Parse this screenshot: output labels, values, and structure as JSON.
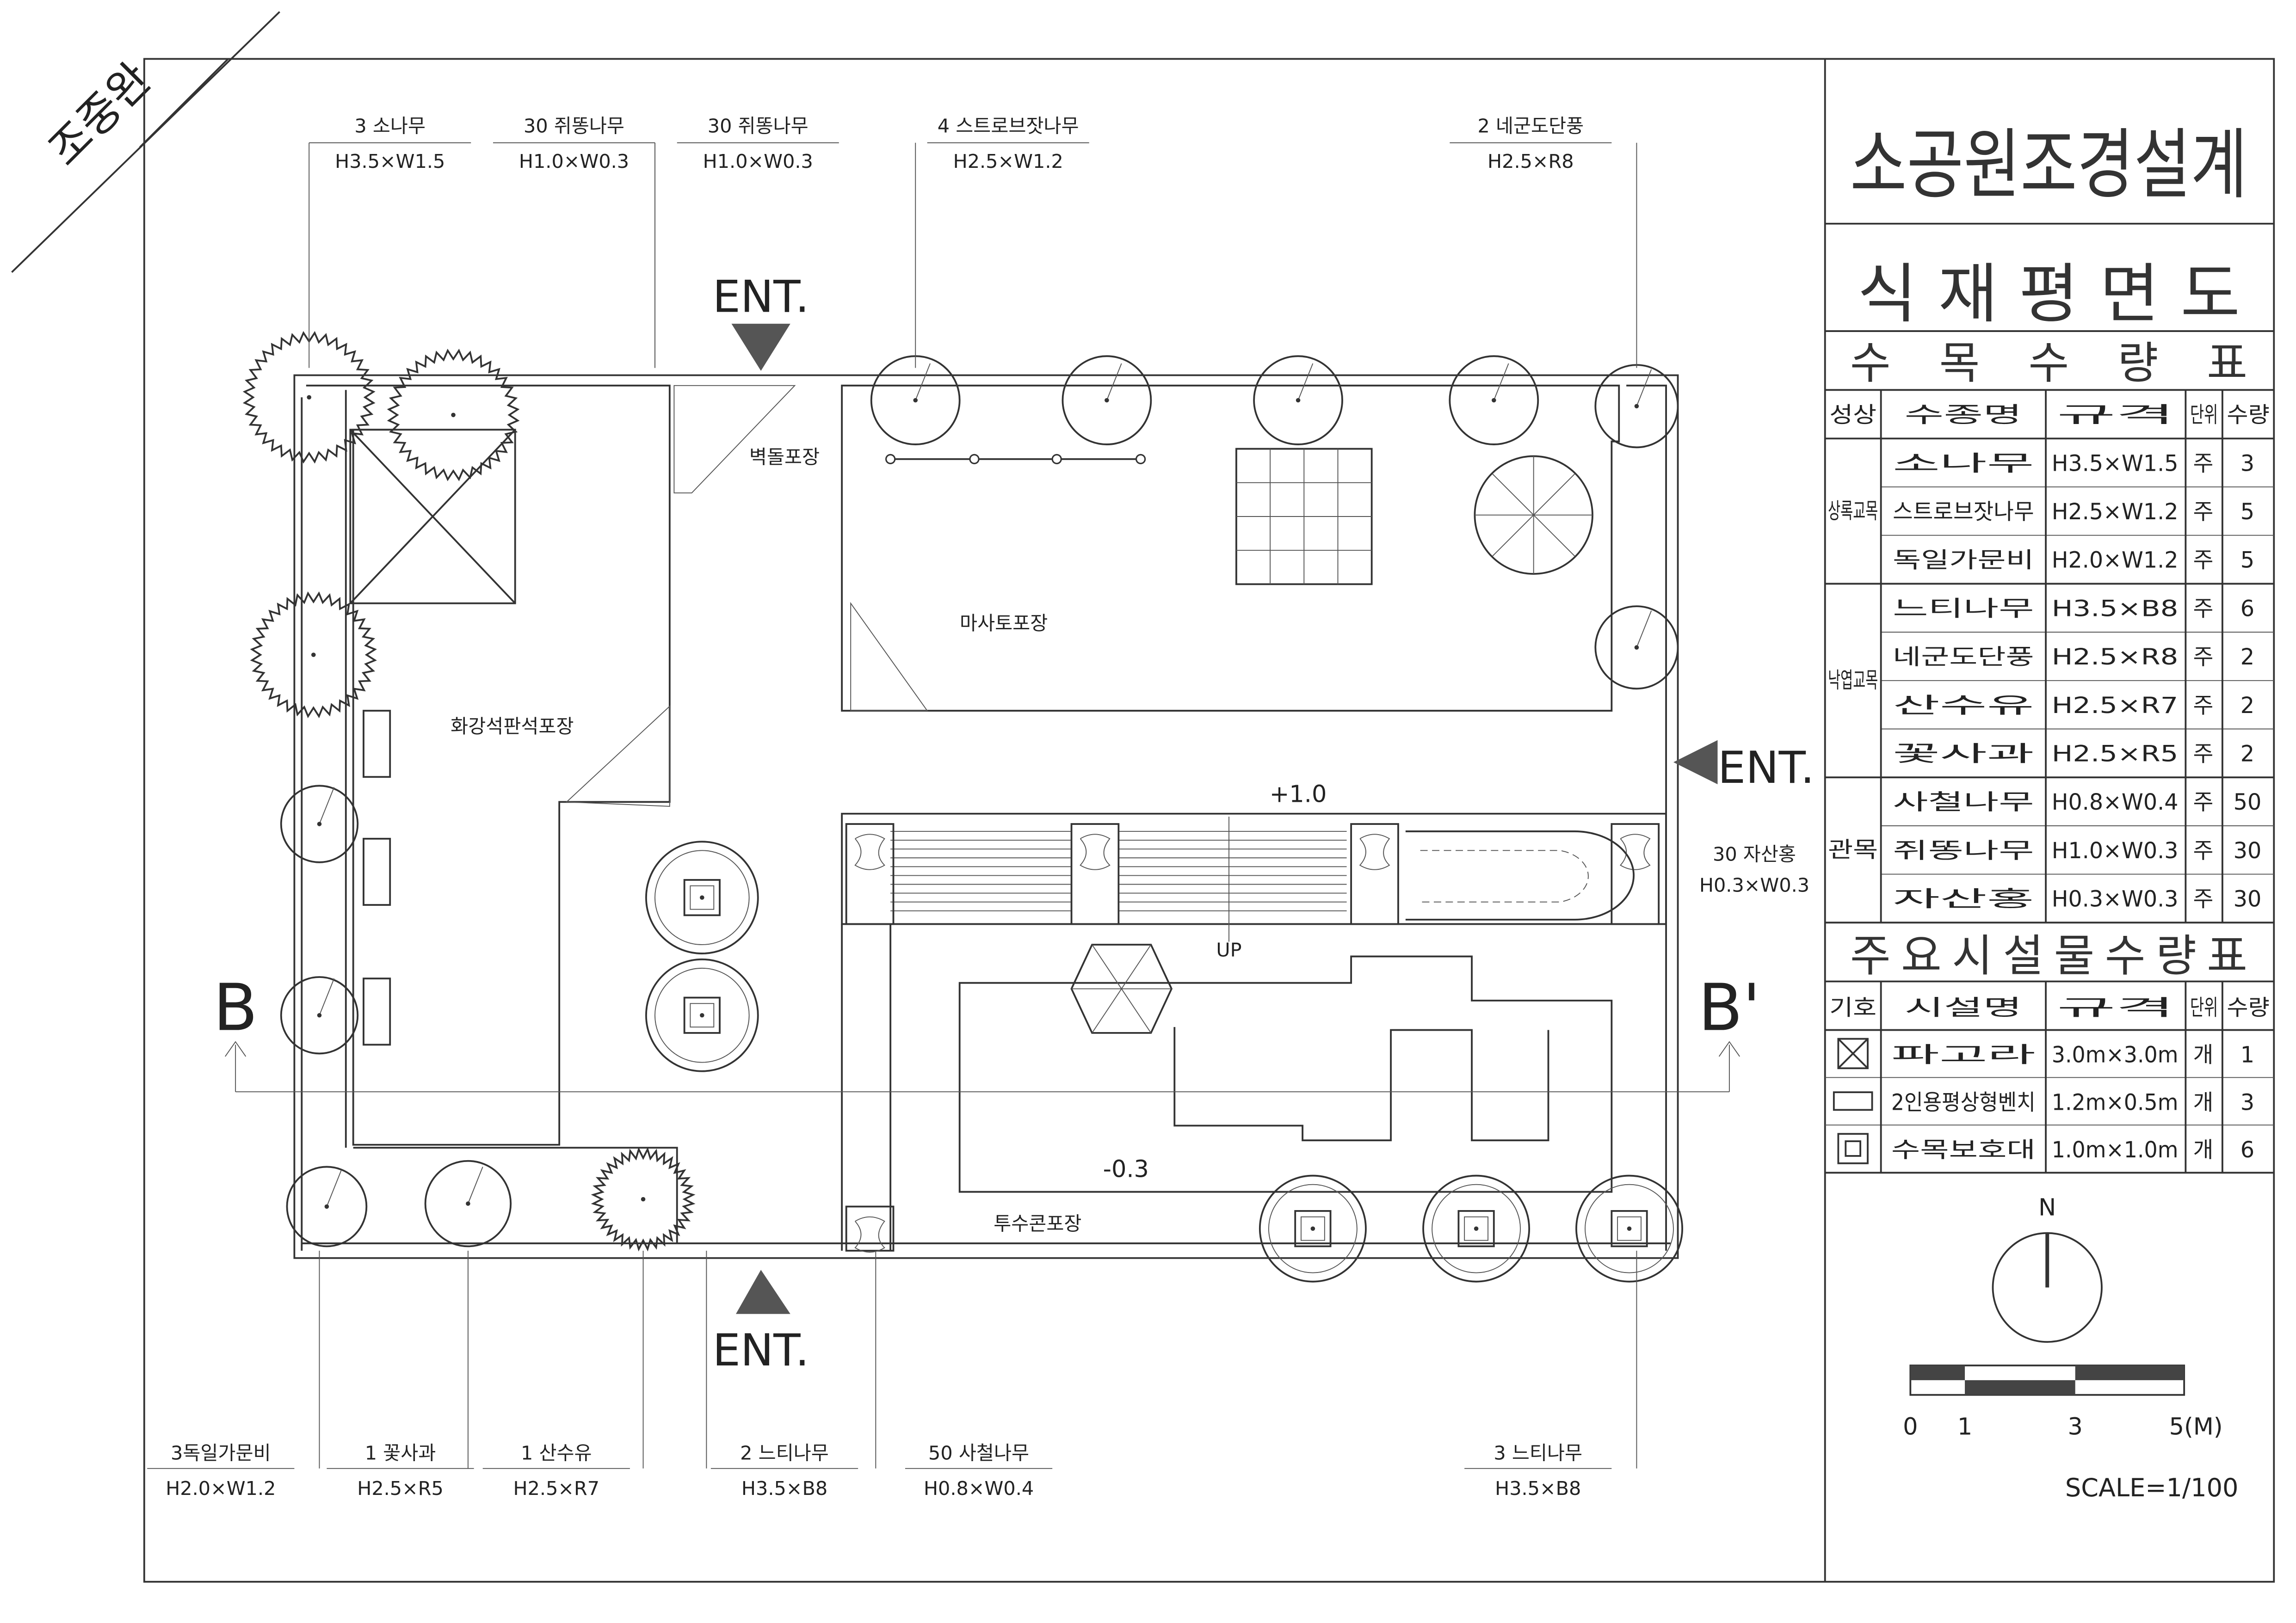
{
  "author_name": "조중완",
  "title_block": {
    "project_title": "소공원조경설계",
    "drawing_title": "식재평면도",
    "tree_table_title": "수목수량표",
    "tree_table": {
      "headers": [
        "성상",
        "수종명",
        "규격",
        "단위",
        "수량"
      ],
      "groups": [
        {
          "type": "상록교목",
          "rows": [
            {
              "name": "소나무",
              "spec": "H3.5×W1.5",
              "unit": "주",
              "qty": "3"
            },
            {
              "name": "스트로브잣나무",
              "spec": "H2.5×W1.2",
              "unit": "주",
              "qty": "5"
            },
            {
              "name": "독일가문비",
              "spec": "H2.0×W1.2",
              "unit": "주",
              "qty": "5"
            }
          ]
        },
        {
          "type": "낙엽교목",
          "rows": [
            {
              "name": "느티나무",
              "spec": "H3.5×B8",
              "unit": "주",
              "qty": "6"
            },
            {
              "name": "네군도단풍",
              "spec": "H2.5×R8",
              "unit": "주",
              "qty": "2"
            },
            {
              "name": "산수유",
              "spec": "H2.5×R7",
              "unit": "주",
              "qty": "2"
            },
            {
              "name": "꽃사과",
              "spec": "H2.5×R5",
              "unit": "주",
              "qty": "2"
            }
          ]
        },
        {
          "type": "관목",
          "rows": [
            {
              "name": "사철나무",
              "spec": "H0.8×W0.4",
              "unit": "주",
              "qty": "50"
            },
            {
              "name": "쥐똥나무",
              "spec": "H1.0×W0.3",
              "unit": "주",
              "qty": "30"
            },
            {
              "name": "자산홍",
              "spec": "H0.3×W0.3",
              "unit": "주",
              "qty": "30"
            }
          ]
        }
      ]
    },
    "facility_table_title": "주요시설물수량표",
    "facility_table": {
      "headers": [
        "기호",
        "시설명",
        "규격",
        "단위",
        "수량"
      ],
      "rows": [
        {
          "symbol": "pergola-symbol",
          "name": "파고라",
          "spec": "3.0m×3.0m",
          "unit": "개",
          "qty": "1"
        },
        {
          "symbol": "bench-symbol",
          "name": "2인용평상형벤치",
          "spec": "1.2m×0.5m",
          "unit": "개",
          "qty": "3"
        },
        {
          "symbol": "tree-guard-symbol",
          "name": "수목보호대",
          "spec": "1.0m×1.0m",
          "unit": "개",
          "qty": "6"
        }
      ]
    },
    "north_label": "N",
    "scale_ticks": [
      "0",
      "1",
      "3",
      "5(M)"
    ],
    "scale_text": "SCALE=1/100"
  },
  "plan": {
    "top_labels": [
      {
        "name": "3 소나무",
        "spec": "H3.5×W1.5"
      },
      {
        "name": "30 쥐똥나무",
        "spec": "H1.0×W0.3"
      },
      {
        "name": "30 쥐똥나무",
        "spec": "H1.0×W0.3"
      },
      {
        "name": "4 스트로브잣나무",
        "spec": "H2.5×W1.2"
      },
      {
        "name": "2 네군도단풍",
        "spec": "H2.5×R8"
      }
    ],
    "bottom_labels": [
      {
        "name": "3독일가문비",
        "spec": "H2.0×W1.2"
      },
      {
        "name": "1 꽃사과",
        "spec": "H2.5×R5"
      },
      {
        "name": "1 산수유",
        "spec": "H2.5×R7"
      },
      {
        "name": "2 느티나무",
        "spec": "H3.5×B8"
      },
      {
        "name": "50 사철나무",
        "spec": "H0.8×W0.4"
      },
      {
        "name": "3 느티나무",
        "spec": "H3.5×B8"
      }
    ],
    "side_label": {
      "name": "30 자산홍",
      "spec": "H0.3×W0.3"
    },
    "entrances": [
      "ENT.",
      "ENT.",
      "ENT."
    ],
    "paving": {
      "brick": "벽돌포장",
      "masato": "마사토포장",
      "granite": "화강석판석포장",
      "permeable": "투수콘포장"
    },
    "levels": {
      "upper": "+1.0",
      "lower": "-0.3"
    },
    "stair_label": "UP",
    "section_marks": [
      "B",
      "B'"
    ]
  }
}
